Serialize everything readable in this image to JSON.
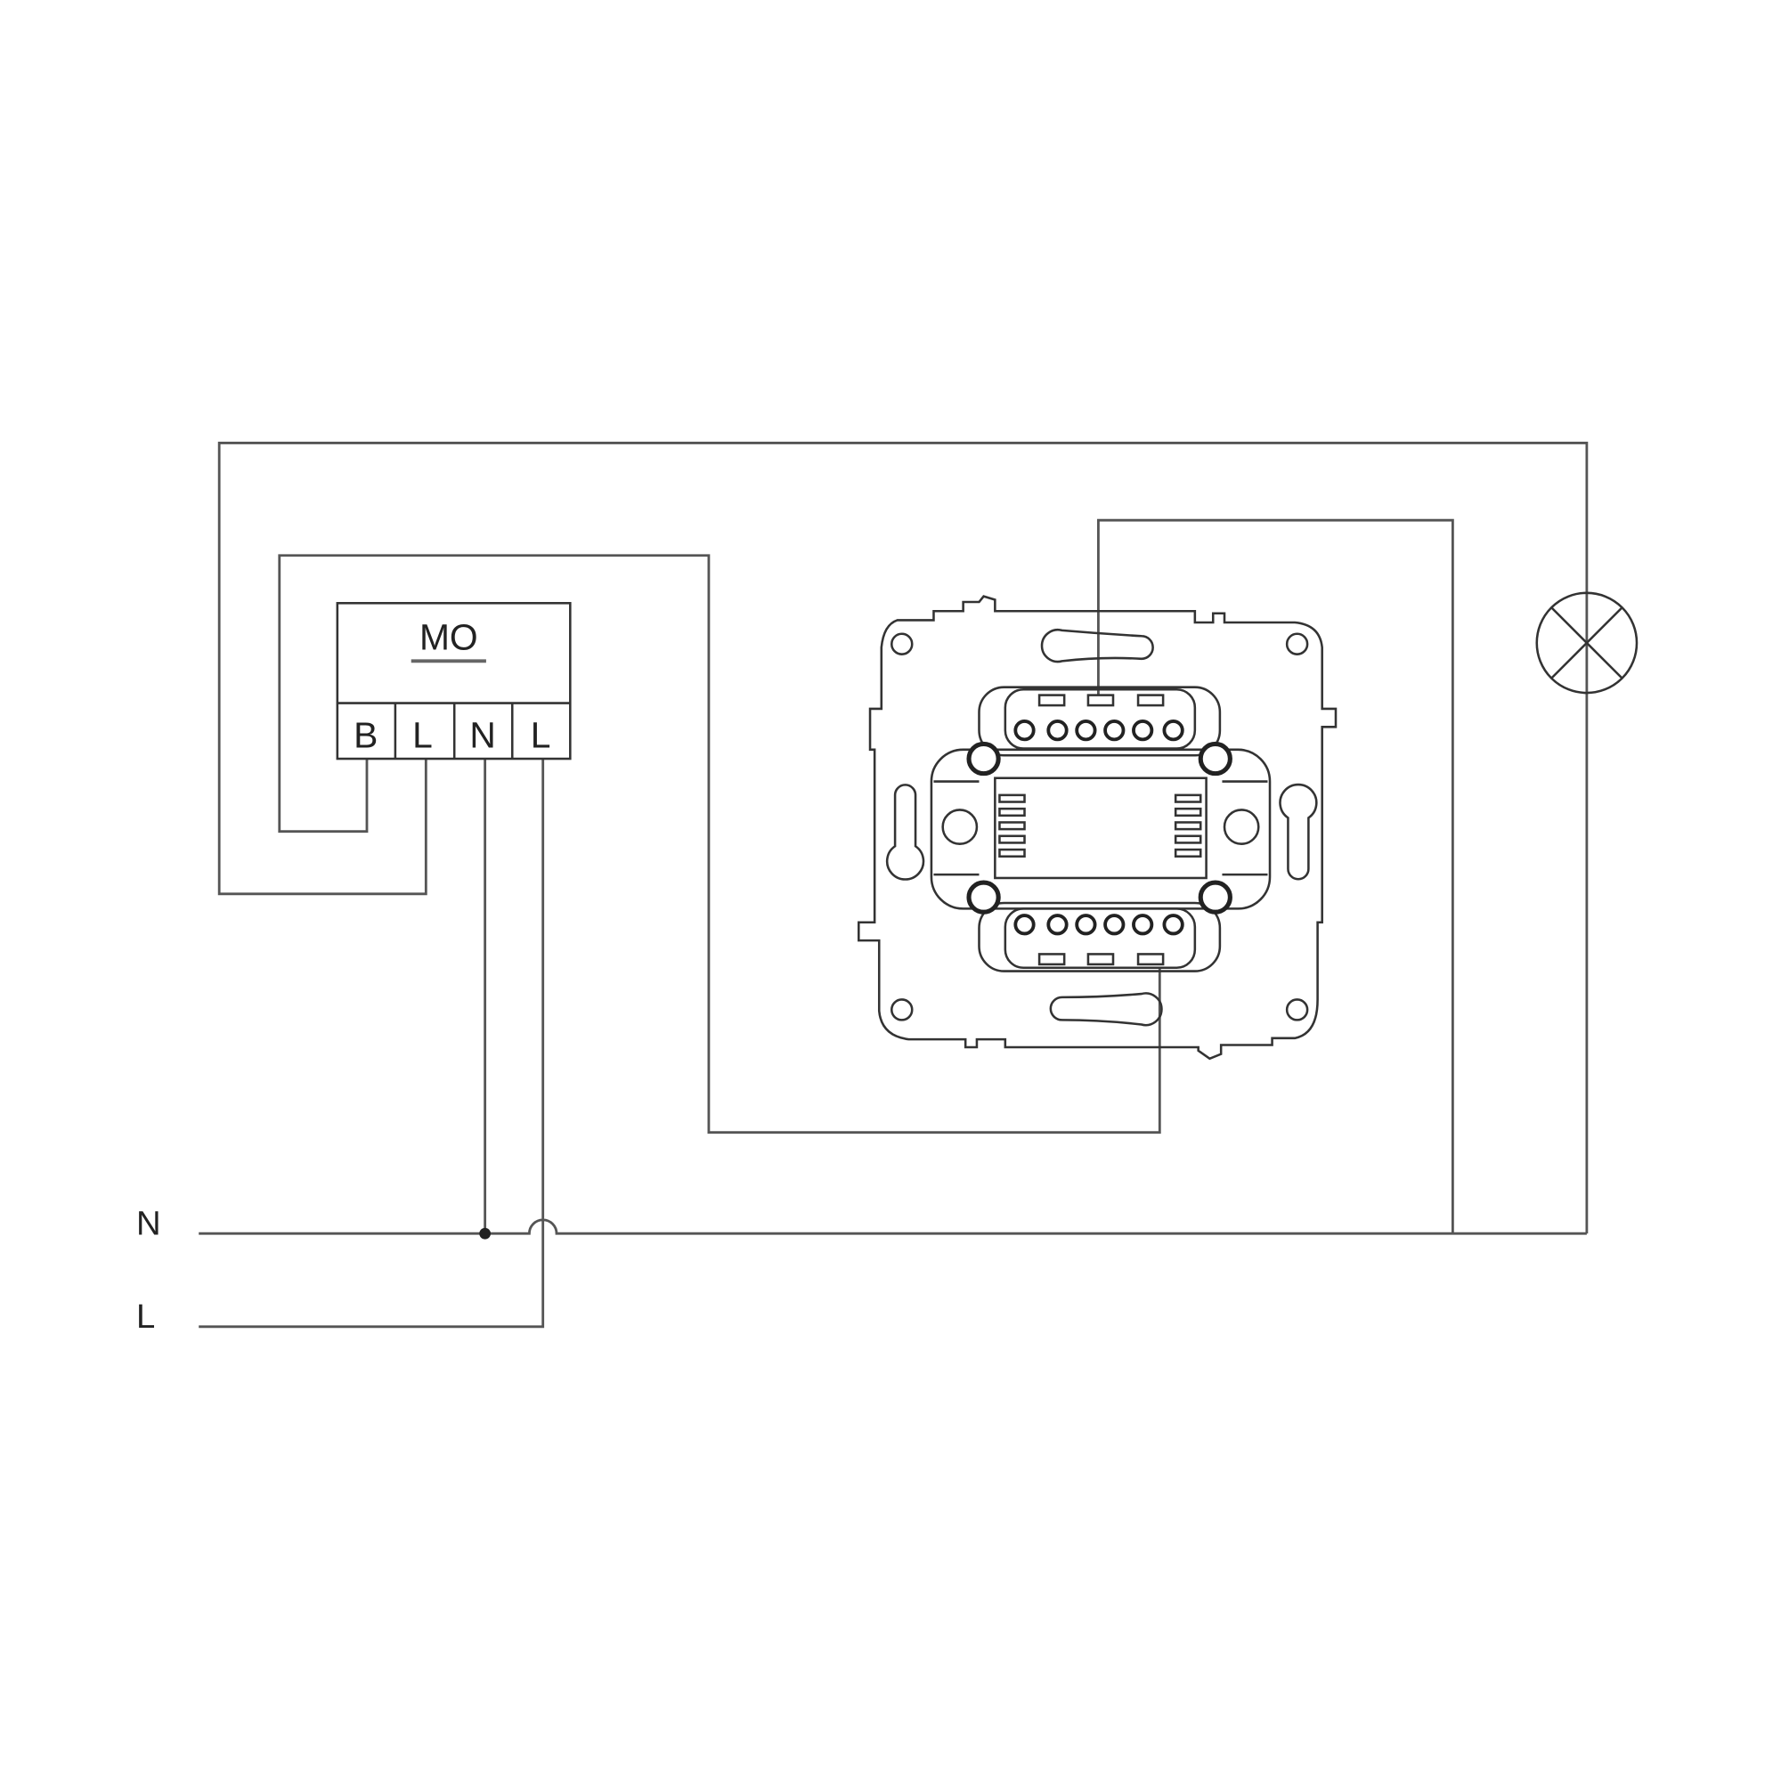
{
  "module": {
    "title": "MO",
    "terminals": [
      "B",
      "L",
      "N",
      "L"
    ]
  },
  "supply": {
    "neutral_label": "N",
    "line_label": "L"
  },
  "icons": [
    "lamp-icon",
    "switch-mechanism-icon"
  ],
  "colors": {
    "line": "#555555",
    "text": "#222222",
    "background": "#ffffff"
  }
}
